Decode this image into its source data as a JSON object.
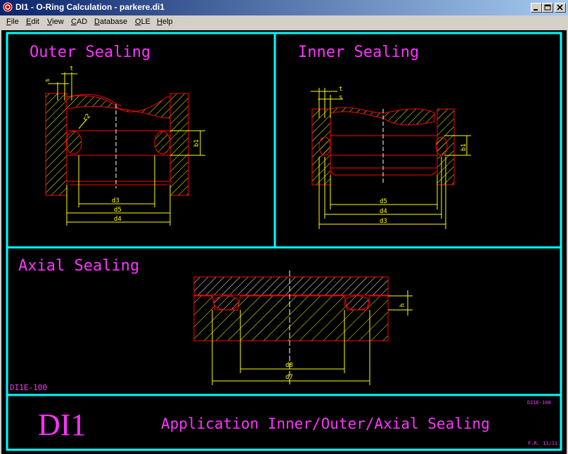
{
  "window": {
    "title": "DI1 - O-Ring Calculation  -  parkere.di1"
  },
  "menu": {
    "items": [
      {
        "label": "File"
      },
      {
        "label": "Edit"
      },
      {
        "label": "View"
      },
      {
        "label": "CAD"
      },
      {
        "label": "Database"
      },
      {
        "label": "OLE"
      },
      {
        "label": "Help"
      }
    ]
  },
  "drawing": {
    "outer": {
      "title": "Outer Sealing",
      "dims": {
        "s": "s",
        "t": "t",
        "r2": "r2",
        "b1": "b1",
        "d3": "d3",
        "d5": "d5",
        "d4": "d4"
      }
    },
    "inner": {
      "title": "Inner Sealing",
      "dims": {
        "t": "t",
        "s": "s",
        "b1": "b1",
        "d5": "d5",
        "d4": "d4",
        "d3": "d3"
      }
    },
    "axial": {
      "title": "Axial Sealing",
      "dims": {
        "h": "h",
        "d8": "d8",
        "d7": "d7"
      }
    },
    "drawing_code": "DI1E-100",
    "title_block": {
      "logo": "DI1",
      "description": "Application Inner/Outer/Axial Sealing",
      "code": "DI1E-100",
      "author": "F.R. 11/11"
    },
    "colors": {
      "frame": "#00ffff",
      "outline": "#ff0000",
      "dimension": "#ffff00",
      "text": "#ff33ff",
      "background": "#000000"
    }
  }
}
